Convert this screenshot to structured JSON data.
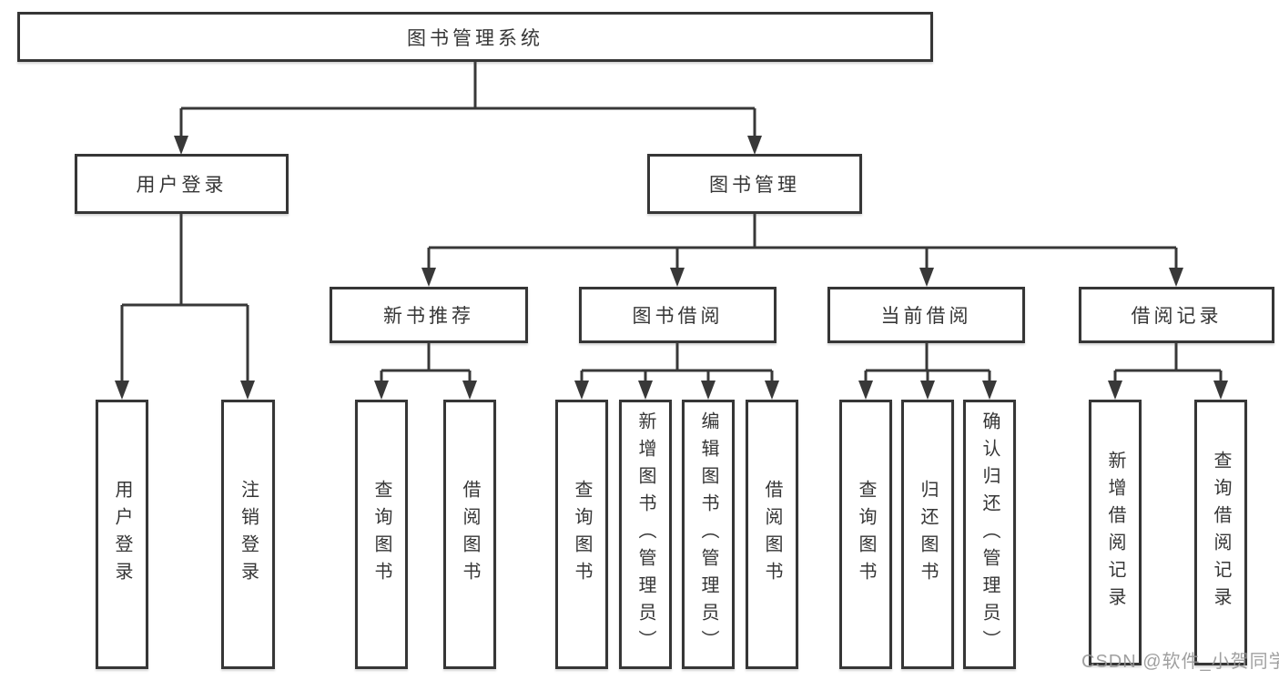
{
  "diagram": {
    "root": {
      "label": "图书管理系统",
      "children": [
        {
          "label": "用户登录",
          "children": [
            {
              "label": "用户登录"
            },
            {
              "label": "注销登录"
            }
          ]
        },
        {
          "label": "图书管理",
          "children": [
            {
              "label": "新书推荐",
              "children": [
                {
                  "label": "查询图书"
                },
                {
                  "label": "借阅图书"
                }
              ]
            },
            {
              "label": "图书借阅",
              "children": [
                {
                  "label": "查询图书"
                },
                {
                  "label": "新增图书（管理员）"
                },
                {
                  "label": "编辑图书（管理员）"
                },
                {
                  "label": "借阅图书"
                }
              ]
            },
            {
              "label": "当前借阅",
              "children": [
                {
                  "label": "查询图书"
                },
                {
                  "label": "归还图书"
                },
                {
                  "label": "确认归还（管理员）"
                }
              ]
            },
            {
              "label": "借阅记录",
              "children": [
                {
                  "label": "新增借阅记录"
                },
                {
                  "label": "查询借阅记录"
                }
              ]
            }
          ]
        }
      ]
    }
  },
  "watermark": "CSDN @软件_小贺同学",
  "colors": {
    "line": "#383838",
    "border": "#363636",
    "text": "#363636",
    "watermark": "#969696",
    "background": "#ffffff"
  }
}
